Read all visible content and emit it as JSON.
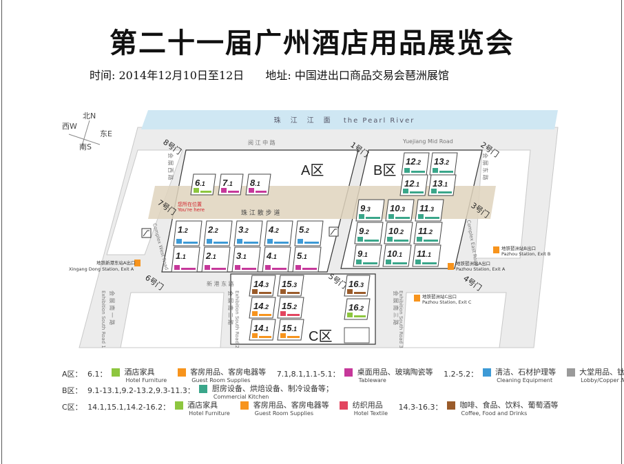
{
  "title": "第二十一届广州酒店用品展览会",
  "subtitle": {
    "time": "时间: 2014年12月10日至12日",
    "address": "地址: 中国进出口商品交易会琶洲展馆"
  },
  "compass": {
    "north": "北N",
    "south": "南S",
    "east": "东E",
    "west": "西W"
  },
  "river": "珠　江　江　面　 the Pearl River",
  "roads": {
    "yuejiang_cn": "阅 江 中 路",
    "yuejiang_en": "Yuejiang Mid Road",
    "walkway": "珠 江 散 步 道",
    "xingang_east": "新 港 东 路",
    "huizhan_west": "会 展 西 路",
    "huizhan_east": "会 展 东 路",
    "huizhan_south_1": "会 展 南 一 路",
    "huizhan_south_2": "会 展 南 二 路",
    "huizhan_south_3": "会 展 南 三 路",
    "complex_west": "Complex West Road",
    "complex_east": "Complex East Road",
    "exhibition_south_1": "Exhibition South Road 1",
    "exhibition_south_2": "Exhibition South Road 2",
    "exhibition_south_3": "Exhibition South Road 3"
  },
  "gates": [
    "1号门",
    "2号门",
    "3号门",
    "4号门",
    "5号门",
    "6号门",
    "7号门",
    "8号门"
  ],
  "areas": {
    "a": "A区",
    "b": "B区",
    "c": "C区"
  },
  "you_are_here": {
    "cn": "您所在位置",
    "en": "You're here"
  },
  "stations": {
    "xingang_a_cn": "地铁新港东站A出口",
    "xingang_a_en": "Xingang Dong Station, Exit A",
    "pazhou_a_cn": "地铁琶洲站A出口",
    "pazhou_a_en": "Pazhou Station, Exit A",
    "pazhou_b_cn": "地铁琶洲站B出口",
    "pazhou_b_en": "Pazhou Station, Exit B",
    "pazhou_c_cn": "地铁琶洲站C出口",
    "pazhou_c_en": "Pazhou Station, Exit C"
  },
  "halls": {
    "a_top": [
      {
        "num": "6",
        "fl": ".1",
        "cat": "furniture"
      },
      {
        "num": "7",
        "fl": ".1",
        "cat": "tableware"
      },
      {
        "num": "8",
        "fl": ".1",
        "cat": "tableware"
      }
    ],
    "a_row2": [
      {
        "num": "1",
        "fl": ".2",
        "cat": "cleaning"
      },
      {
        "num": "2",
        "fl": ".2",
        "cat": "cleaning"
      },
      {
        "num": "3",
        "fl": ".2",
        "cat": "cleaning"
      },
      {
        "num": "4",
        "fl": ".2",
        "cat": "cleaning"
      },
      {
        "num": "5",
        "fl": ".2",
        "cat": "cleaning"
      }
    ],
    "a_row1": [
      {
        "num": "1",
        "fl": ".1",
        "cat": "tableware"
      },
      {
        "num": "2",
        "fl": ".1",
        "cat": "tableware"
      },
      {
        "num": "3",
        "fl": ".1",
        "cat": "tableware"
      },
      {
        "num": "4",
        "fl": ".1",
        "cat": "tableware"
      },
      {
        "num": "5",
        "fl": ".1",
        "cat": "tableware"
      }
    ],
    "b_top": [
      {
        "num": "12",
        "fl": ".2",
        "cat": "kitchen"
      },
      {
        "num": "13",
        "fl": ".2",
        "cat": "kitchen"
      },
      {
        "num": "12",
        "fl": ".1",
        "cat": "kitchen"
      },
      {
        "num": "13",
        "fl": ".1",
        "cat": "kitchen"
      }
    ],
    "b_grid": [
      {
        "num": "9",
        "fl": ".3",
        "cat": "kitchen"
      },
      {
        "num": "10",
        "fl": ".3",
        "cat": "kitchen"
      },
      {
        "num": "11",
        "fl": ".3",
        "cat": "kitchen"
      },
      {
        "num": "9",
        "fl": ".2",
        "cat": "kitchen"
      },
      {
        "num": "10",
        "fl": ".2",
        "cat": "kitchen"
      },
      {
        "num": "11",
        "fl": ".2",
        "cat": "kitchen"
      },
      {
        "num": "9",
        "fl": ".1",
        "cat": "kitchen"
      },
      {
        "num": "10",
        "fl": ".1",
        "cat": "kitchen"
      },
      {
        "num": "11",
        "fl": ".1",
        "cat": "kitchen"
      }
    ],
    "c_grid": [
      {
        "num": "14",
        "fl": ".3",
        "cat": "coffee"
      },
      {
        "num": "15",
        "fl": ".3",
        "cat": "coffee"
      },
      {
        "num": "14",
        "fl": ".2",
        "cat": "guestroom"
      },
      {
        "num": "15",
        "fl": ".2",
        "cat": "textile"
      },
      {
        "num": "14",
        "fl": ".1",
        "cat": "guestroom"
      },
      {
        "num": "15",
        "fl": ".1",
        "cat": "guestroom"
      }
    ],
    "c_right": [
      {
        "num": "16",
        "fl": ".3",
        "cat": "coffee"
      },
      {
        "num": "16",
        "fl": ".2",
        "cat": "furniture"
      }
    ]
  },
  "colors": {
    "furniture": "#8dc63f",
    "guestroom": "#f7941d",
    "tableware": "#c6389a",
    "cleaning": "#3d9ad6",
    "lobby": "#9a9a9a",
    "kitchen": "#3aa68a",
    "textile": "#e2455f",
    "coffee": "#9a5b2a",
    "river": "#cfe7f3",
    "walkway": "#dfd4bd",
    "ground": "#ececec"
  },
  "legend": {
    "a": {
      "zone": "A区：",
      "g1_items": "6.1：",
      "g1_cn": "酒店家具",
      "g1_en": "Hotel Furniture",
      "g2_cn": "客房用品、客房电器等",
      "g2_en": "Guest Room Supplies",
      "g3_items": "7.1,8.1,1.1-5.1：",
      "g3_cn": "桌面用品、玻璃陶瓷等",
      "g3_en": "Tableware",
      "g4_items": "1.2-5.2：",
      "g4_cn": "清洁、石材护理等",
      "g4_en": "Cleaning Equipment",
      "g5_cn": "大堂用品、钛金等",
      "g5_en": "Lobby/Copper Art"
    },
    "b": {
      "zone": "B区：",
      "g1_items": "9.1-13.1,9.2-13.2,9.3-11.3：",
      "g1_cn": "厨房设备、烘焙设备、制冷设备等；",
      "g1_en": "Commercial Kitchen"
    },
    "c": {
      "zone": "C区：",
      "g1_items": "14.1,15.1,14.2-16.2：",
      "g1_cn": "酒店家具",
      "g1_en": "Hotel Furniture",
      "g2_cn": "客房用品、客房电器等",
      "g2_en": "Guest Room Supplies",
      "g3_cn": "纺织用品",
      "g3_en": "Hotel Textile",
      "g4_items": "14.3-16.3：",
      "g4_cn": "咖啡、食品、饮料、葡萄酒等",
      "g4_en": "Coffee, Food and Drinks"
    }
  }
}
